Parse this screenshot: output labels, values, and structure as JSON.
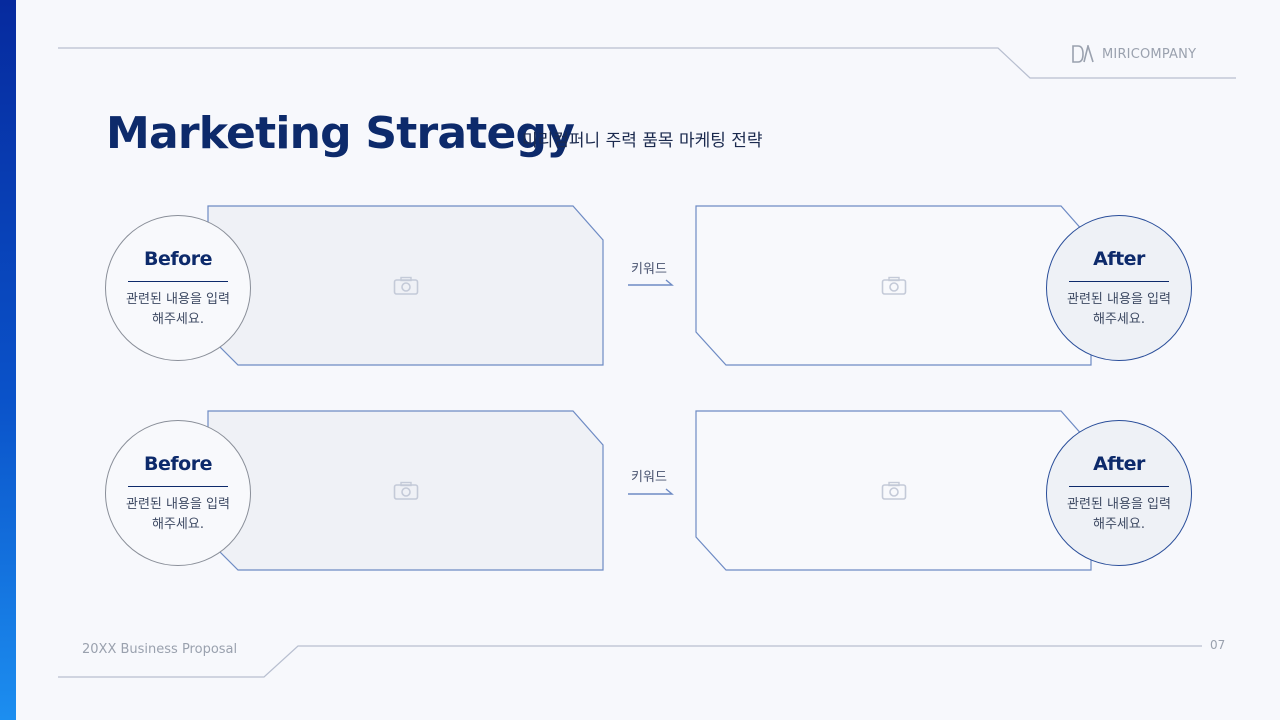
{
  "brand": {
    "name": "MIRICOMPANY",
    "logo_icon": "mirico-logo-icon"
  },
  "header": {
    "title": "Marketing Strategy",
    "subtitle": "미리컴퍼니 주력 품목 마케팅 전략"
  },
  "rows": [
    {
      "before": {
        "title": "Before",
        "desc": "관련된 내용을 입력 해주세요."
      },
      "keyword": "키워드",
      "after": {
        "title": "After",
        "desc": "관련된 내용을 입력 해주세요."
      }
    },
    {
      "before": {
        "title": "Before",
        "desc": "관련된 내용을 입력 해주세요."
      },
      "keyword": "키워드",
      "after": {
        "title": "After",
        "desc": "관련된 내용을 입력 해주세요."
      }
    }
  ],
  "footer": {
    "text": "20XX Business Proposal",
    "page": "07"
  },
  "colors": {
    "accent": "#0d2a6b",
    "sidebar_top": "#062a9e",
    "sidebar_bottom": "#1c8ef0",
    "panel_fill": "#eff1f6",
    "panel_stroke": "#6e8bc4"
  }
}
